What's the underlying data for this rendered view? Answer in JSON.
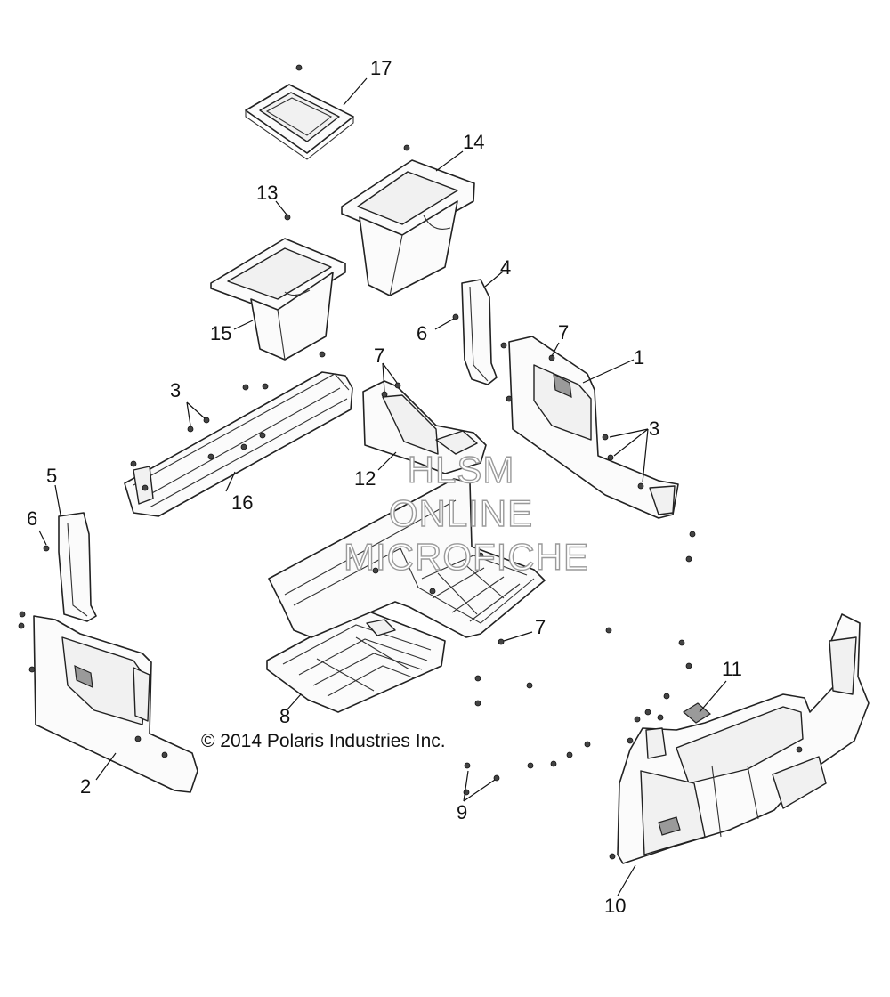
{
  "copyright": "© 2014 Polaris Industries Inc.",
  "watermark": [
    "HLSM",
    "ONLINE",
    "MICROFICHE"
  ],
  "callouts": [
    "1",
    "2",
    "3",
    "3",
    "4",
    "5",
    "6",
    "6",
    "7",
    "7",
    "7",
    "8",
    "9",
    "10",
    "11",
    "12",
    "13",
    "14",
    "15",
    "16",
    "17"
  ]
}
